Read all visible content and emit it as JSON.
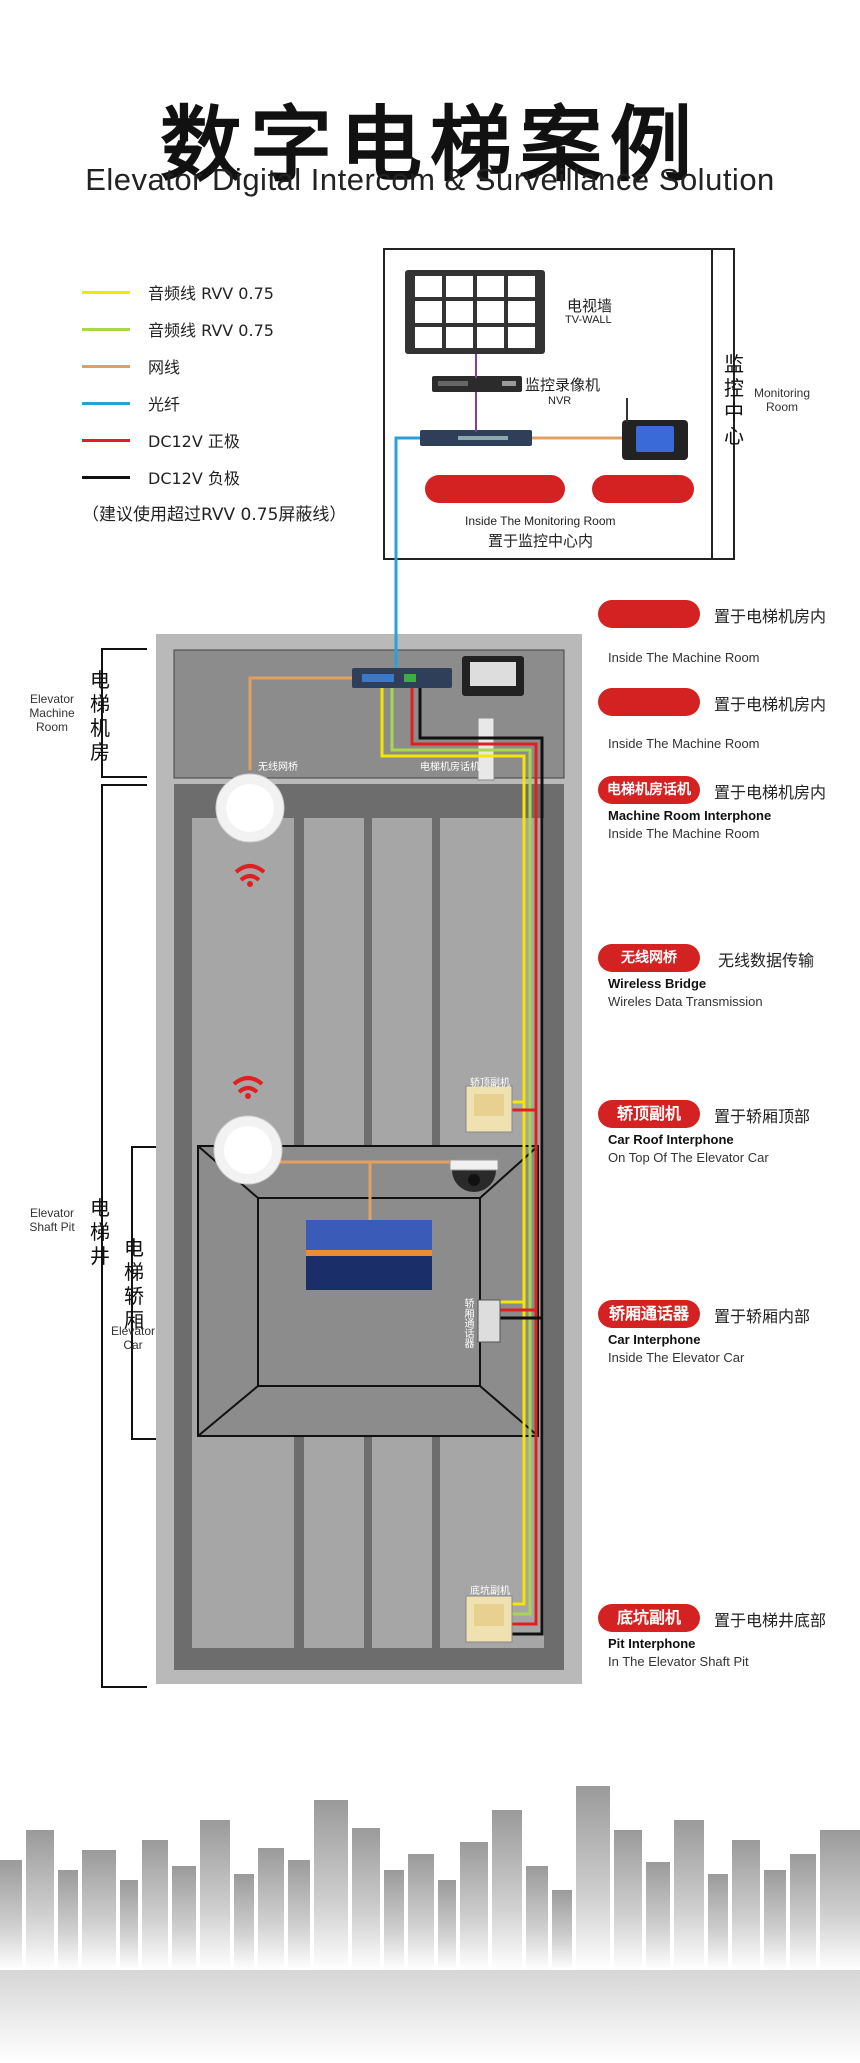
{
  "title": {
    "zh": "数字电梯案例",
    "en": "Elevator Digital Intercom & Surveillance Solution"
  },
  "legend": {
    "items": [
      {
        "label": "音频线  RVV 0.75",
        "color": "#f5e600"
      },
      {
        "label": "音频线  RVV 0.75",
        "color": "#a8d84a"
      },
      {
        "label": "网线",
        "color": "#e0a060"
      },
      {
        "label": "光纤",
        "color": "#2aa0d8"
      },
      {
        "label": "DC12V 正极",
        "color": "#e02020"
      },
      {
        "label": "DC12V 负极",
        "color": "#111111"
      }
    ],
    "note": "（建议使用超过RVV 0.75屏蔽线）"
  },
  "monitoring": {
    "tv_wall_zh": "电视墙",
    "tv_wall_en": "TV-WALL",
    "nvr_zh": "监控录像机",
    "nvr_en": "NVR",
    "inside_en": "Inside The Monitoring Room",
    "inside_zh": "置于监控中心内",
    "side_zh": "监控中心",
    "side_en": "Monitoring Room"
  },
  "shaft": {
    "machine_room_zh": "电梯机房",
    "machine_room_en": "Elevator Machine Room",
    "shaft_pit_zh": "电梯井",
    "shaft_pit_en": "Elevator Shaft Pit",
    "car_zh": "电梯轿厢",
    "car_en": "Elevator Car",
    "wireless_bridge_label": "无线网桥",
    "machine_room_phone_label": "电梯机房话机",
    "car_roof_label": "轿顶副机",
    "car_phone_label": "轿厢通话器",
    "pit_label": "底坑副机"
  },
  "right_labels": [
    {
      "pill": "",
      "zh": "置于电梯机房内",
      "en1": "",
      "en2": "Inside The Machine Room"
    },
    {
      "pill": "",
      "zh": "置于电梯机房内",
      "en1": "",
      "en2": "Inside The Machine Room"
    },
    {
      "pill": "电梯机房话机",
      "zh": "置于电梯机房内",
      "en1": "Machine Room Interphone",
      "en2": "Inside The Machine Room"
    },
    {
      "pill": "无线网桥",
      "zh": "无线数据传输",
      "en1": "Wireless Bridge",
      "en2": "Wireles Data Transmission"
    },
    {
      "pill": "轿顶副机",
      "zh": "置于轿厢顶部",
      "en1": "Car Roof Interphone",
      "en2": "On Top Of The Elevator Car"
    },
    {
      "pill": "轿厢通话器",
      "zh": "置于轿厢内部",
      "en1": "Car Interphone",
      "en2": "Inside The Elevator Car"
    },
    {
      "pill": "底坑副机",
      "zh": "置于电梯井底部",
      "en1": "Pit Interphone",
      "en2": "In The Elevator Shaft Pit"
    }
  ],
  "colors": {
    "accent_red": "#d42222",
    "shaft_gray": "#8c8c8c",
    "shaft_light": "#b9b9b9"
  }
}
